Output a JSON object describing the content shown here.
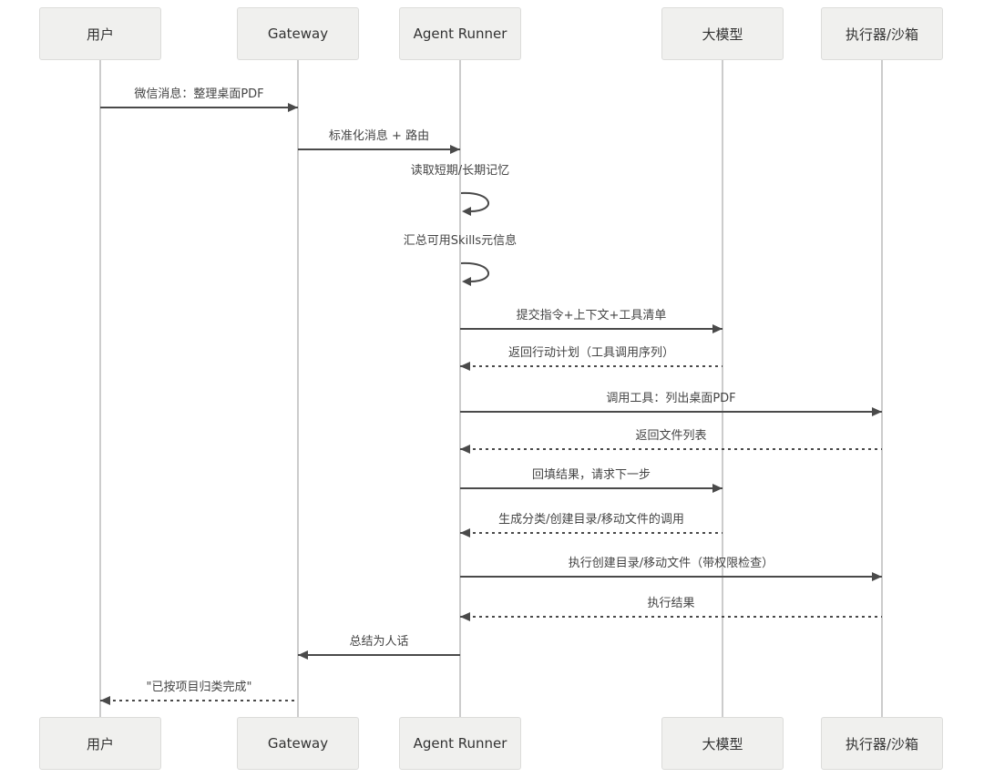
{
  "diagram": {
    "type": "sequence-diagram",
    "actors": [
      {
        "name": "用户"
      },
      {
        "name": "Gateway"
      },
      {
        "name": "Agent Runner"
      },
      {
        "name": "大模型"
      },
      {
        "name": "执行器/沙箱"
      }
    ],
    "messages": [
      {
        "from": "用户",
        "to": "Gateway",
        "style": "solid",
        "label": "微信消息：整理桌面PDF"
      },
      {
        "from": "Gateway",
        "to": "Agent Runner",
        "style": "solid",
        "label": "标准化消息 + 路由"
      },
      {
        "from": "Agent Runner",
        "to": "Agent Runner",
        "style": "self",
        "label": "读取短期/长期记忆"
      },
      {
        "from": "Agent Runner",
        "to": "Agent Runner",
        "style": "self",
        "label": "汇总可用Skills元信息"
      },
      {
        "from": "Agent Runner",
        "to": "大模型",
        "style": "solid",
        "label": "提交指令+上下文+工具清单"
      },
      {
        "from": "大模型",
        "to": "Agent Runner",
        "style": "dashed",
        "label": "返回行动计划（工具调用序列）"
      },
      {
        "from": "Agent Runner",
        "to": "执行器/沙箱",
        "style": "solid",
        "label": "调用工具：列出桌面PDF"
      },
      {
        "from": "执行器/沙箱",
        "to": "Agent Runner",
        "style": "dashed",
        "label": "返回文件列表"
      },
      {
        "from": "Agent Runner",
        "to": "大模型",
        "style": "solid",
        "label": "回填结果，请求下一步"
      },
      {
        "from": "大模型",
        "to": "Agent Runner",
        "style": "dashed",
        "label": "生成分类/创建目录/移动文件的调用"
      },
      {
        "from": "Agent Runner",
        "to": "执行器/沙箱",
        "style": "solid",
        "label": "执行创建目录/移动文件（带权限检查）"
      },
      {
        "from": "执行器/沙箱",
        "to": "Agent Runner",
        "style": "dashed",
        "label": "执行结果"
      },
      {
        "from": "Agent Runner",
        "to": "Gateway",
        "style": "solid",
        "label": "总结为人话"
      },
      {
        "from": "Gateway",
        "to": "用户",
        "style": "dashed",
        "label": "\"已按项目归类完成\""
      }
    ],
    "colors": {
      "actor_fill": "#f0f0ee",
      "actor_border": "#dcdcda",
      "lifeline": "#cccccc",
      "arrow": "#4a4a4a",
      "text": "#333333"
    }
  }
}
